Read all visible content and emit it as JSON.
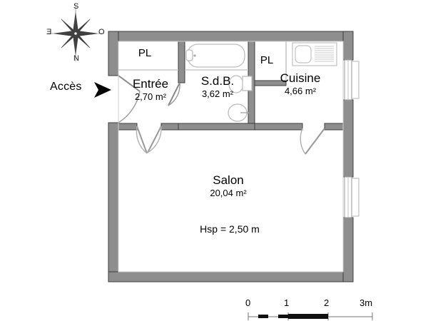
{
  "document": {
    "type": "floor-plan",
    "access_label": "Accès",
    "ceiling_note": "Hsp = 2,50 m"
  },
  "compass": {
    "name": "compass-rose",
    "top": "S",
    "bottom": "N",
    "left": "E",
    "right": "O"
  },
  "rooms": [
    {
      "name": "PL",
      "area": "",
      "key": "closet_entry"
    },
    {
      "name": "Entrée",
      "area": "2,70 m²",
      "key": "entree"
    },
    {
      "name": "S.d.B.",
      "area": "3,62 m²",
      "key": "sdb"
    },
    {
      "name": "PL",
      "area": "",
      "key": "closet_kitchen"
    },
    {
      "name": "Cuisine",
      "area": "4,66 m²",
      "key": "cuisine"
    },
    {
      "name": "Salon",
      "area": "20,04 m²",
      "key": "salon"
    }
  ],
  "scale": {
    "ticks": [
      "0",
      "1",
      "2",
      "3m"
    ],
    "unit": "m"
  },
  "colors": {
    "wall_fill": "#8e8e8e",
    "wall_stroke": "#3d3d3d",
    "fixture_stroke": "#bdbdbd",
    "thin_line": "#c9c9c9",
    "text": "#000000"
  }
}
